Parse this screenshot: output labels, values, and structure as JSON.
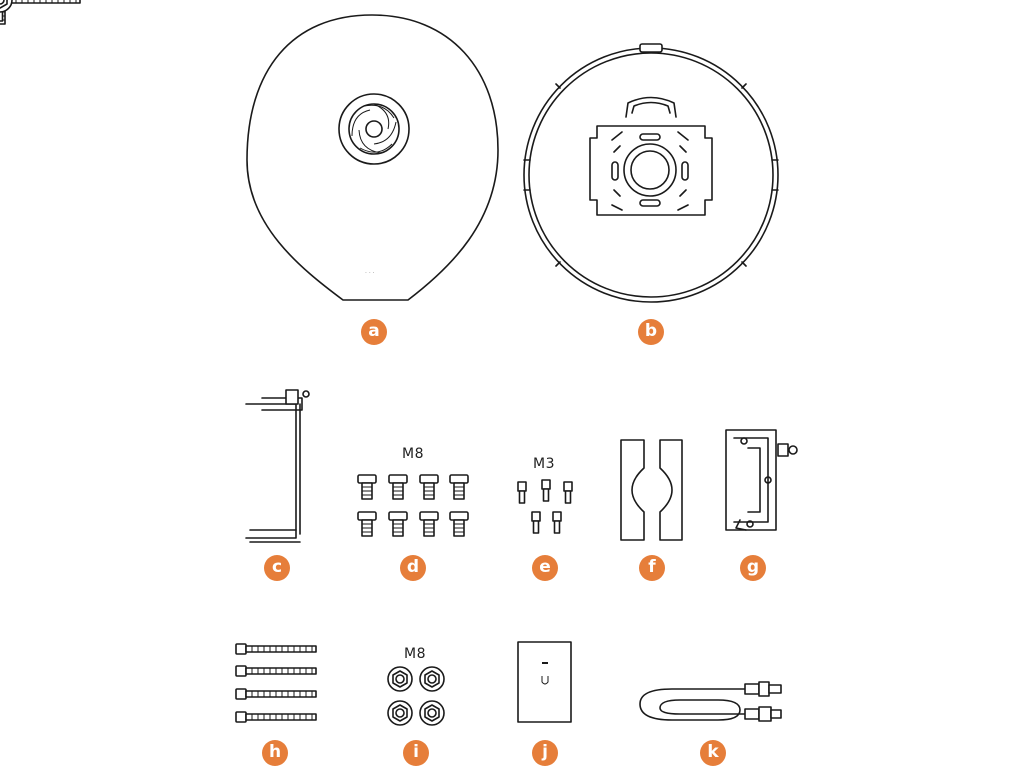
{
  "labels": {
    "a": "a",
    "b": "b",
    "c": "c",
    "d": "d",
    "e": "e",
    "f": "f",
    "g": "g",
    "h": "h",
    "i": "i",
    "j": "j",
    "k": "k"
  },
  "quantity_labels": {
    "d": "M8",
    "e": "M3",
    "i": "M8"
  },
  "colors": {
    "badge": "#e67e3a",
    "line": "#1a1a1a"
  }
}
